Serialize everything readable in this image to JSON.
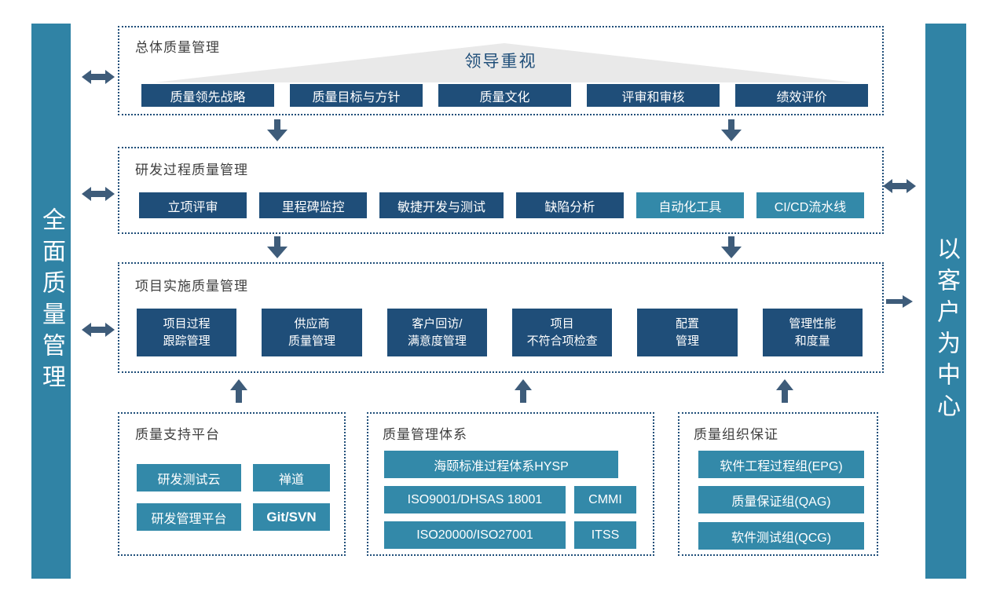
{
  "sidebars": {
    "left": "全面质量管理",
    "right": "以客户为中心"
  },
  "overall": {
    "title": "总体质量管理",
    "banner": "领导重视",
    "items": [
      "质量领先战略",
      "质量目标与方针",
      "质量文化",
      "评审和审核",
      "绩效评价"
    ]
  },
  "rnd": {
    "title": "研发过程质量管理",
    "items": [
      "立项评审",
      "里程碑监控",
      "敏捷开发与测试",
      "缺陷分析",
      "自动化工具",
      "CI/CD流水线"
    ]
  },
  "project": {
    "title": "项目实施质量管理",
    "items": [
      "项目过程\n跟踪管理",
      "供应商\n质量管理",
      "客户回访/\n满意度管理",
      "项目\n不符合项检查",
      "配置\n管理",
      "管理性能\n和度量"
    ]
  },
  "platform": {
    "title": "质量支持平台",
    "items": [
      "研发测试云",
      "禅道",
      "研发管理平台",
      "Git/SVN"
    ]
  },
  "system": {
    "title": "质量管理体系",
    "wide_item": "海颐标准过程体系HYSP",
    "items": [
      "ISO9001/DHSAS 18001",
      "CMMI",
      "ISO20000/ISO27001",
      "ITSS"
    ]
  },
  "org": {
    "title": "质量组织保证",
    "items": [
      "软件工程过程组(EPG)",
      "质量保证组(QAG)",
      "软件测试组(QCG)"
    ]
  },
  "colors": {
    "dark_blue": "#1F4E79",
    "teal": "#3389A9",
    "sidebar_teal": "#3083A5",
    "arrow": "#3E5C7A",
    "triangle_gray": "#E9E9E9",
    "title_gray": "#3F3F3F"
  }
}
